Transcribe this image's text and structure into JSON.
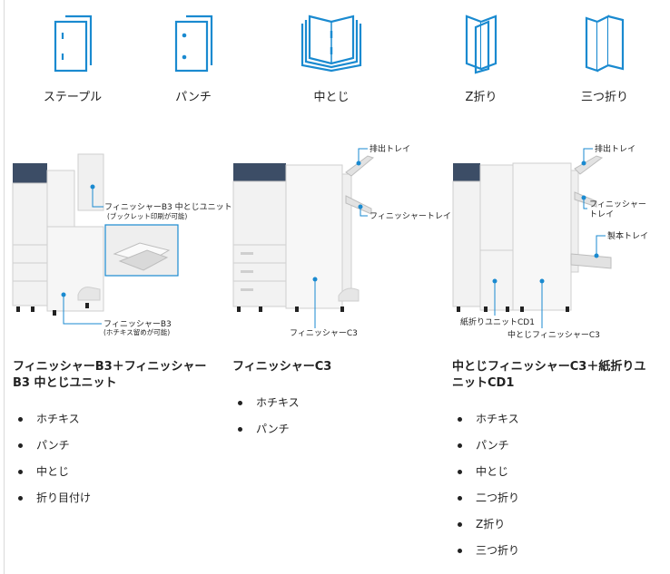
{
  "finishing_icons": [
    {
      "label": "ステープル",
      "icon": "staple-icon"
    },
    {
      "label": "パンチ",
      "icon": "punch-icon"
    },
    {
      "label": "中とじ",
      "icon": "saddle-stitch-icon"
    },
    {
      "label": "Z折り",
      "icon": "z-fold-icon"
    },
    {
      "label": "三つ折り",
      "icon": "tri-fold-icon"
    }
  ],
  "icon_color": "#1a8ad0",
  "machines": [
    {
      "callouts": {
        "booklet_unit": "フィニッシャーB3 中とじユニット",
        "booklet_unit_note": "(ブックレット印刷が可能)",
        "finisher": "フィニッシャーB3",
        "finisher_note": "(ホチキス留めが可能)"
      }
    },
    {
      "callouts": {
        "exit_tray": "排出トレイ",
        "finisher_tray": "フィニッシャートレイ",
        "finisher": "フィニッシャーC3"
      }
    },
    {
      "callouts": {
        "exit_tray": "排出トレイ",
        "finisher_tray_line1": "フィニッシャー",
        "finisher_tray_line2": "トレイ",
        "booklet_tray": "製本トレイ",
        "folding_unit": "紙折りユニットCD1",
        "booklet_finisher": "中とじフィニッシャーC3"
      }
    }
  ],
  "products": [
    {
      "title": "フィニッシャーB3＋フィニッシャーB3 中とじユニット",
      "features": [
        "ホチキス",
        "パンチ",
        "中とじ",
        "折り目付け"
      ]
    },
    {
      "title": "フィニッシャーC3",
      "features": [
        "ホチキス",
        "パンチ"
      ]
    },
    {
      "title": "中とじフィニッシャーC3＋紙折りユニットCD1",
      "features": [
        "ホチキス",
        "パンチ",
        "中とじ",
        "二つ折り",
        "Z折り",
        "三つ折り"
      ]
    }
  ]
}
